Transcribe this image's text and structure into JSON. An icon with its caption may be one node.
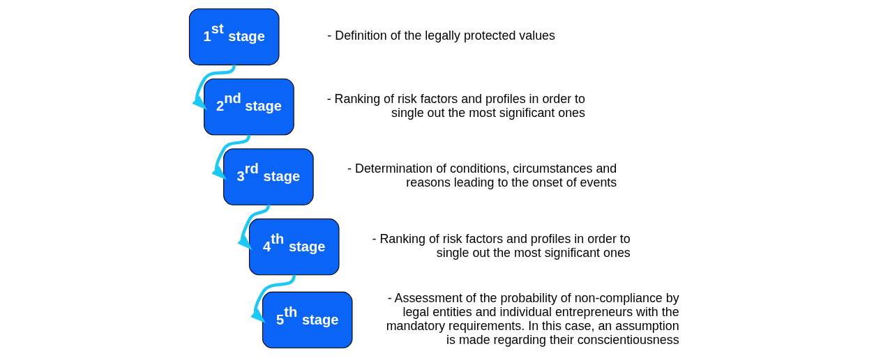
{
  "diagram": {
    "nodes": [
      {
        "text": [
          "1$^{st}$ stage"
        ],
        "beside": [
          "- Definition of the legally protected values"
        ]
      },
      {
        "text": [
          "2$^{nd}$ stage"
        ],
        "beside": [
          "- Ranking of risk factors and profiles in order to single out the most significant ones"
        ]
      },
      {
        "text": [
          "3$^{rd}$ stage"
        ],
        "beside": [
          "- Determination of conditions, circumstances and reasons leading to the onset of events"
        ]
      },
      {
        "text": [
          "4$^{th}$ stage"
        ],
        "beside": [
          "- Ranking of risk factors and profiles in order to single out the most significant ones"
        ]
      },
      {
        "text": [
          "5$^{th}$ stage"
        ],
        "beside": [
          "- Assessment of the probability of non-compliance by legal entities and individual entrepreneurs with the mandatory requirements. In this case, an assumption is made regarding their conscientiousness"
        ]
      }
    ],
    "edges": [
      {
        "from": 0,
        "to": 1,
        "arrow": "to"
      },
      {
        "from": 1,
        "to": 2,
        "arrow": "to"
      },
      {
        "from": 2,
        "to": 3,
        "arrow": "to"
      },
      {
        "from": 3,
        "to": 4,
        "arrow": "to"
      }
    ]
  }
}
